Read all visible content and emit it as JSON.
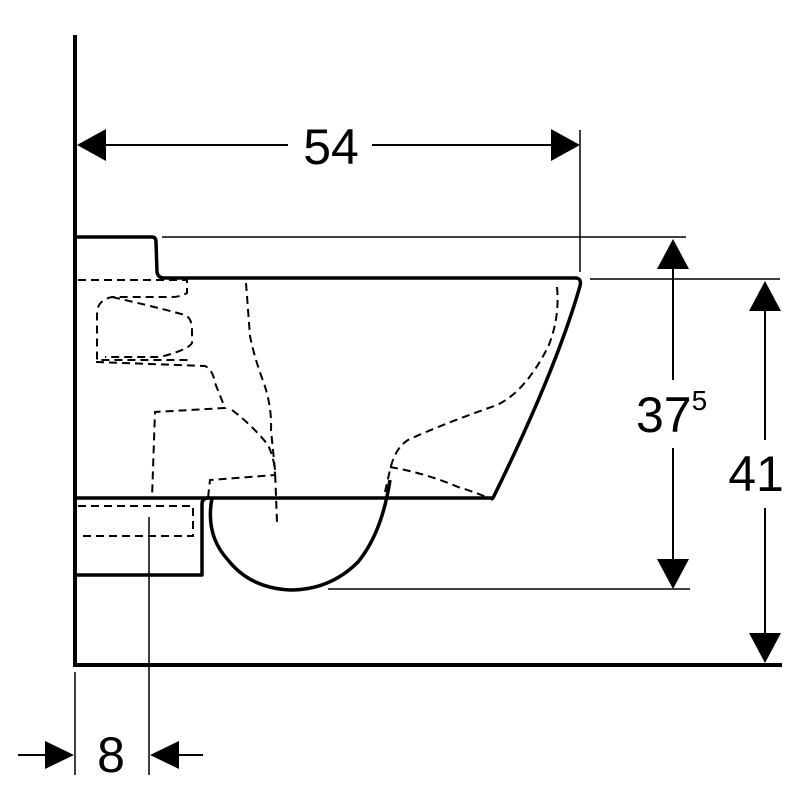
{
  "dimensions": {
    "depth": "54",
    "rim_height_main": "37",
    "rim_height_sup": "5",
    "total_height": "41",
    "wall_offset": "8"
  },
  "colors": {
    "line": "#000000",
    "background": "#ffffff"
  }
}
